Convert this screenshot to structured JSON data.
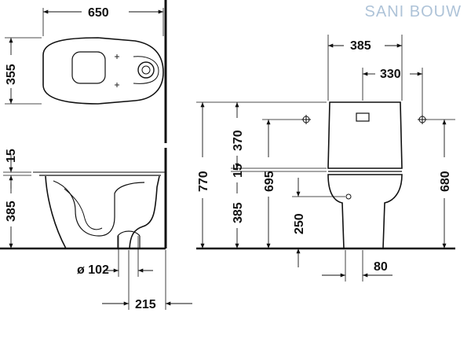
{
  "brand": {
    "word1": "SANI",
    "word2": "BOUW",
    "color": "#aec3d8"
  },
  "dimensions": {
    "top_view_width": "650",
    "top_view_depth": "355",
    "side_rim_thickness": "15",
    "side_height": "385",
    "outlet_diameter": "ø 102",
    "outlet_offset": "215",
    "cistern_width": "385",
    "fixing_spacing": "330",
    "total_height": "770",
    "cistern_height": "370",
    "seat_thickness": "15",
    "rim_height": "385",
    "fixing_height": "695",
    "inlet_height": "250",
    "front_fixing_height": "680",
    "pedestal_width": "80"
  },
  "colors": {
    "line": "#111111",
    "wall": "#000000",
    "background": "#ffffff"
  }
}
